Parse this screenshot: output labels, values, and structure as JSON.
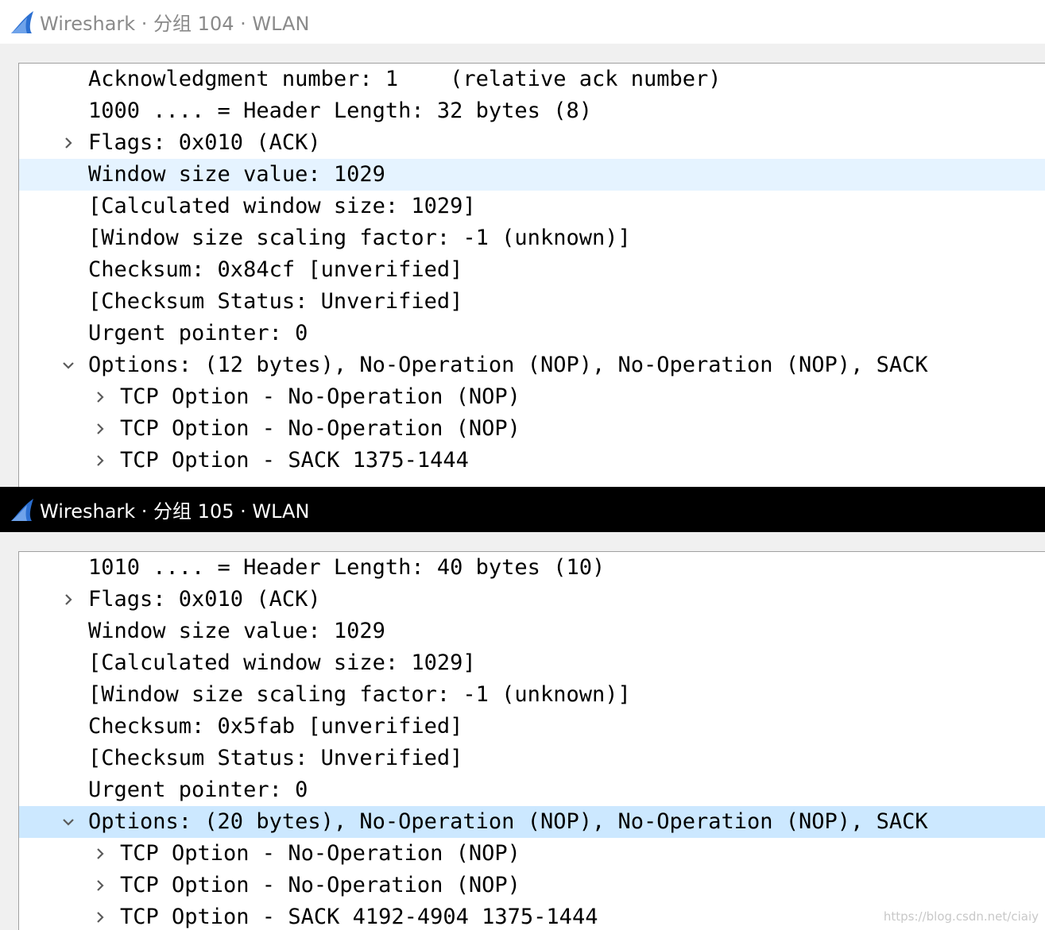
{
  "windows": [
    {
      "title": "Wireshark · 分组 104 · WLAN",
      "state": "inactive",
      "rows": [
        {
          "text": "Acknowledgment number: 1    (relative ack number)",
          "level": 0,
          "expander": "none",
          "selected": false
        },
        {
          "text": "1000 .... = Header Length: 32 bytes (8)",
          "level": 0,
          "expander": "none",
          "selected": false
        },
        {
          "text": "Flags: 0x010 (ACK)",
          "level": 0,
          "expander": "collapsed",
          "selected": false
        },
        {
          "text": "Window size value: 1029",
          "level": 0,
          "expander": "none",
          "selected": true
        },
        {
          "text": "[Calculated window size: 1029]",
          "level": 0,
          "expander": "none",
          "selected": false
        },
        {
          "text": "[Window size scaling factor: -1 (unknown)]",
          "level": 0,
          "expander": "none",
          "selected": false
        },
        {
          "text": "Checksum: 0x84cf [unverified]",
          "level": 0,
          "expander": "none",
          "selected": false
        },
        {
          "text": "[Checksum Status: Unverified]",
          "level": 0,
          "expander": "none",
          "selected": false
        },
        {
          "text": "Urgent pointer: 0",
          "level": 0,
          "expander": "none",
          "selected": false
        },
        {
          "text": "Options: (12 bytes), No-Operation (NOP), No-Operation (NOP), SACK",
          "level": 0,
          "expander": "expanded",
          "selected": false
        },
        {
          "text": "TCP Option - No-Operation (NOP)",
          "level": 1,
          "expander": "collapsed",
          "selected": false
        },
        {
          "text": "TCP Option - No-Operation (NOP)",
          "level": 1,
          "expander": "collapsed",
          "selected": false
        },
        {
          "text": "TCP Option - SACK 1375-1444",
          "level": 1,
          "expander": "collapsed",
          "selected": false
        }
      ]
    },
    {
      "title": "Wireshark · 分组 105 · WLAN",
      "state": "active",
      "rows": [
        {
          "text": "1010 .... = Header Length: 40 bytes (10)",
          "level": 0,
          "expander": "none",
          "selected": false
        },
        {
          "text": "Flags: 0x010 (ACK)",
          "level": 0,
          "expander": "collapsed",
          "selected": false
        },
        {
          "text": "Window size value: 1029",
          "level": 0,
          "expander": "none",
          "selected": false
        },
        {
          "text": "[Calculated window size: 1029]",
          "level": 0,
          "expander": "none",
          "selected": false
        },
        {
          "text": "[Window size scaling factor: -1 (unknown)]",
          "level": 0,
          "expander": "none",
          "selected": false
        },
        {
          "text": "Checksum: 0x5fab [unverified]",
          "level": 0,
          "expander": "none",
          "selected": false
        },
        {
          "text": "[Checksum Status: Unverified]",
          "level": 0,
          "expander": "none",
          "selected": false
        },
        {
          "text": "Urgent pointer: 0",
          "level": 0,
          "expander": "none",
          "selected": false
        },
        {
          "text": "Options: (20 bytes), No-Operation (NOP), No-Operation (NOP), SACK",
          "level": 0,
          "expander": "expanded",
          "selected": true
        },
        {
          "text": "TCP Option - No-Operation (NOP)",
          "level": 1,
          "expander": "collapsed",
          "selected": false
        },
        {
          "text": "TCP Option - No-Operation (NOP)",
          "level": 1,
          "expander": "collapsed",
          "selected": false
        },
        {
          "text": "TCP Option - SACK 4192-4904 1375-1444",
          "level": 1,
          "expander": "collapsed",
          "selected": false
        }
      ]
    }
  ],
  "watermark": "https://blog.csdn.net/ciaiy",
  "colors": {
    "selected_inactive": "#e5f3ff",
    "selected_active": "#cce8ff",
    "icon_blue": "#2b6fd1"
  }
}
